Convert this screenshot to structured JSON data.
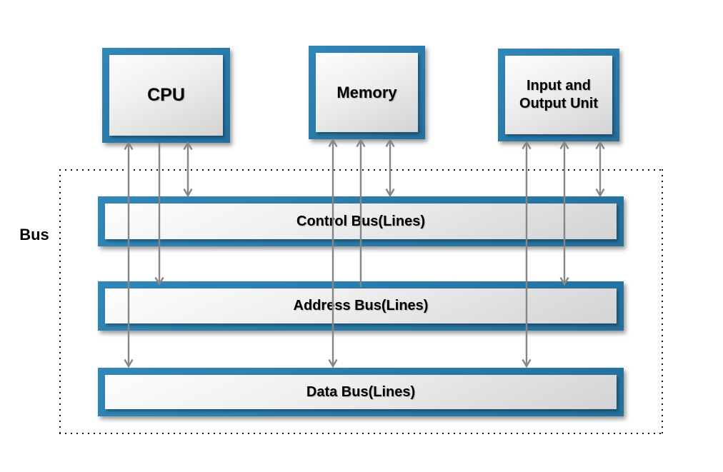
{
  "diagram": {
    "units": [
      {
        "id": "cpu",
        "label": "CPU"
      },
      {
        "id": "memory",
        "label": "Memory"
      },
      {
        "id": "io",
        "label": "Input and Output Unit"
      }
    ],
    "bus_group_label": "Bus",
    "buses": [
      {
        "id": "control",
        "label": "Control Bus(Lines)"
      },
      {
        "id": "address",
        "label": "Address Bus(Lines)"
      },
      {
        "id": "data",
        "label": "Data Bus(Lines)"
      }
    ],
    "connections": [
      {
        "from": "CPU",
        "to": "Control Bus(Lines)",
        "direction": "bidirectional"
      },
      {
        "from": "CPU",
        "to": "Address Bus(Lines)",
        "direction": "unit-to-bus"
      },
      {
        "from": "CPU",
        "to": "Data Bus(Lines)",
        "direction": "bidirectional"
      },
      {
        "from": "Memory",
        "to": "Control Bus(Lines)",
        "direction": "bidirectional"
      },
      {
        "from": "Address Bus(Lines)",
        "to": "Memory",
        "direction": "bus-to-unit"
      },
      {
        "from": "Memory",
        "to": "Data Bus(Lines)",
        "direction": "bidirectional"
      },
      {
        "from": "Input and Output Unit",
        "to": "Control Bus(Lines)",
        "direction": "bidirectional"
      },
      {
        "from": "Input and Output Unit",
        "to": "Address Bus(Lines)",
        "direction": "bidirectional"
      },
      {
        "from": "Input and Output Unit",
        "to": "Data Bus(Lines)",
        "direction": "bidirectional"
      }
    ],
    "colors": {
      "frame_blue": "#2b7cab",
      "panel_light": "#f2f2f2",
      "connector_gray": "#868686",
      "dotted_border": "#161616",
      "text": "#000000"
    }
  }
}
